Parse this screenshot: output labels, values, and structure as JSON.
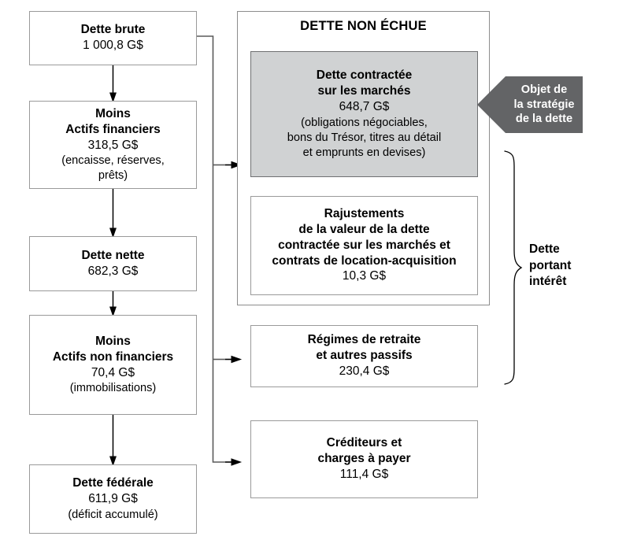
{
  "figure": {
    "left_column": [
      {
        "name": "gross-debt",
        "title": "Dette brute",
        "amount": "1 000,8 G$",
        "note": ""
      },
      {
        "name": "less-financial-assets",
        "title": "Moins\nActifs financiers",
        "amount": "318,5 G$",
        "note": "(encaisse, réserves,\nprêts)"
      },
      {
        "name": "net-debt",
        "title": "Dette nette",
        "amount": "682,3 G$",
        "note": ""
      },
      {
        "name": "less-non-financial-assets",
        "title": "Moins\nActifs non financiers",
        "amount": "70,4 G$",
        "note": "(immobilisations)"
      },
      {
        "name": "federal-debt",
        "title": "Dette fédérale",
        "amount": "611,9 G$",
        "note": "(déficit accumulé)"
      }
    ],
    "container": {
      "title": "DETTE NON ÉCHUE",
      "items": [
        {
          "name": "market-debt",
          "title": "Dette contractée\nsur les marchés",
          "amount": "648,7 G$",
          "note": "(obligations négociables,\nbons du Trésor, titres au détail\net emprunts en devises)"
        },
        {
          "name": "market-debt-valuation-adjustments",
          "title": "Rajustements\nde la valeur de la dette\ncontractée sur les marchés et\ncontrats de location-acquisition",
          "amount": "10,3 G$",
          "note": ""
        }
      ]
    },
    "right_column": [
      {
        "name": "pensions-other-liabilities",
        "title": "Régimes de retraite\net autres passifs",
        "amount": "230,4 G$",
        "note": ""
      },
      {
        "name": "accounts-payable-accrued-liabilities",
        "title": "Créditeurs et\ncharges à payer",
        "amount": "111,4 G$",
        "note": ""
      }
    ],
    "callout": {
      "name": "debt-strategy-callout",
      "text": "Objet de\nla stratégie\nde la dette"
    },
    "brace": {
      "name": "interest-bearing-debt-brace",
      "label": "Dette\nportant\nintérêt"
    },
    "colors": {
      "shaded_fill": "#d0d2d3",
      "callout_fill": "#636466",
      "box_border": "#9a9a9a",
      "line": "#000000",
      "background": "#ffffff",
      "text": "#000000",
      "callout_text": "#ffffff"
    }
  }
}
